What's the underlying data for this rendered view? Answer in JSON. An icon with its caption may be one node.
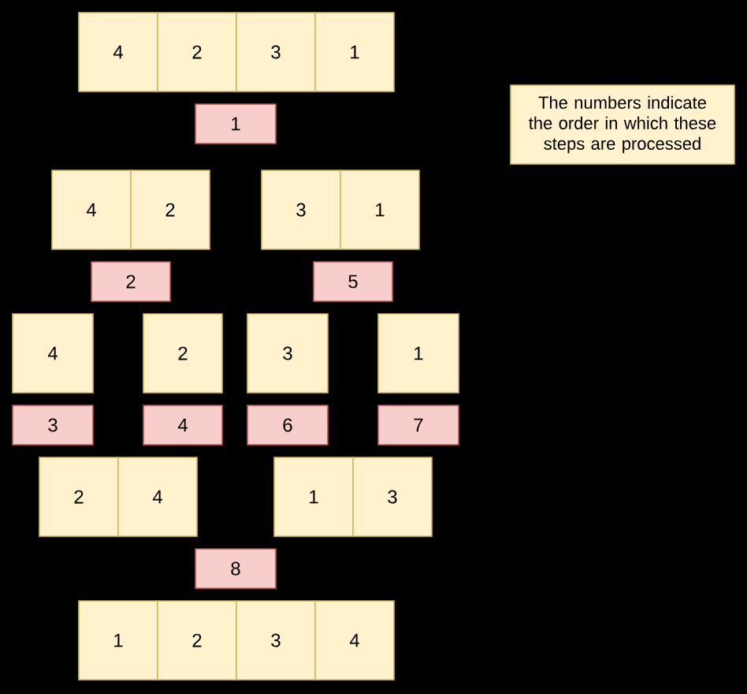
{
  "diagram": {
    "nodes": [
      {
        "text": [
          "4"
        ]
      },
      {
        "text": [
          "2"
        ]
      },
      {
        "text": [
          "3"
        ]
      },
      {
        "text": [
          "1"
        ]
      },
      {
        "text": [
          "1"
        ]
      },
      {
        "text": [
          "The numbers indicate the order in which these steps are processed"
        ]
      },
      {
        "text": [
          "4"
        ]
      },
      {
        "text": [
          "2"
        ]
      },
      {
        "text": [
          "3"
        ]
      },
      {
        "text": [
          "1"
        ]
      },
      {
        "text": [
          "2"
        ]
      },
      {
        "text": [
          "5"
        ]
      },
      {
        "text": [
          "4"
        ]
      },
      {
        "text": [
          "2"
        ]
      },
      {
        "text": [
          "3"
        ]
      },
      {
        "text": [
          "1"
        ]
      },
      {
        "text": [
          "3"
        ]
      },
      {
        "text": [
          "4"
        ]
      },
      {
        "text": [
          "6"
        ]
      },
      {
        "text": [
          "7"
        ]
      },
      {
        "text": [
          "2"
        ]
      },
      {
        "text": [
          "4"
        ]
      },
      {
        "text": [
          "1"
        ]
      },
      {
        "text": [
          "3"
        ]
      },
      {
        "text": [
          "8"
        ]
      },
      {
        "text": [
          "1"
        ]
      },
      {
        "text": [
          "2"
        ]
      },
      {
        "text": [
          "3"
        ]
      },
      {
        "text": [
          "4"
        ]
      }
    ]
  }
}
